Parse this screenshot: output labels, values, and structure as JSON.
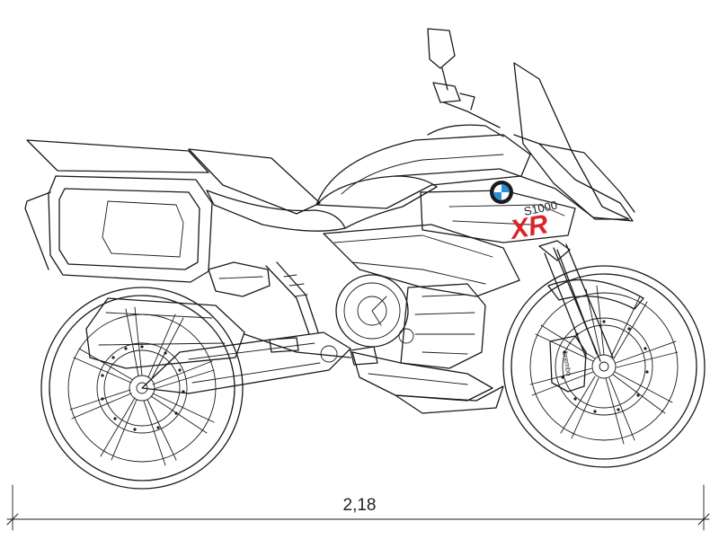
{
  "drawing": {
    "model_label": "S1000",
    "model_suffix": "XR",
    "brake_label": "brembo",
    "dimension_value": "2,18"
  },
  "colors": {
    "line": "#1a1a1a",
    "accent_red": "#d8262b",
    "bmw_blue": "#2a8fd6",
    "background": "#ffffff"
  }
}
